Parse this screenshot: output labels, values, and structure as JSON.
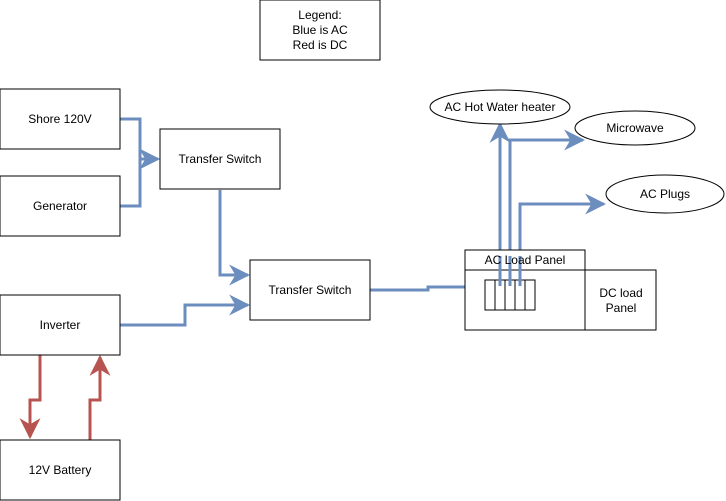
{
  "colors": {
    "ac": "#6c8ebf",
    "dc": "#b85450",
    "stroke": "#000000"
  },
  "legend": {
    "title": "Legend:",
    "line1": "Blue is AC",
    "line2": "Red is DC"
  },
  "nodes": {
    "shore": "Shore 120V",
    "generator": "Generator",
    "transfer_switch_1": "Transfer Switch",
    "inverter": "Inverter",
    "transfer_switch_2": "Transfer Switch",
    "battery": "12V Battery",
    "ac_load_panel": "AC Load Panel",
    "dc_load_panel_line1": "DC load",
    "dc_load_panel_line2": "Panel",
    "hot_water": "AC Hot Water heater",
    "microwave": "Microwave",
    "ac_plugs": "AC Plugs"
  }
}
